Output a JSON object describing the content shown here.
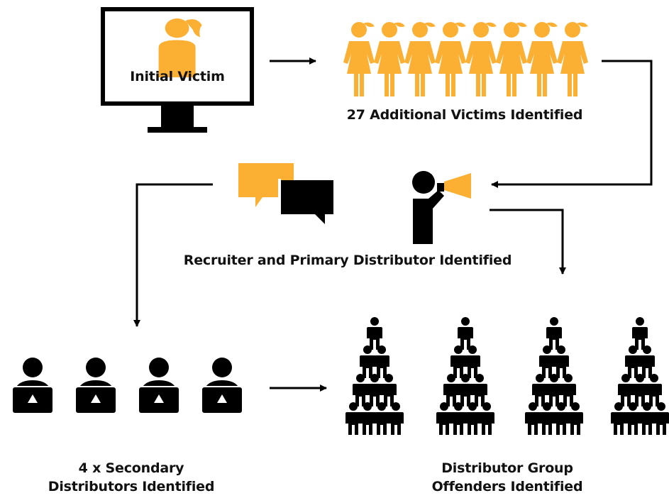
{
  "labels": {
    "initial_victim": "Initial Victim",
    "additional_victims": "27 Additional Victims Identified",
    "recruiter": "Recruiter and Primary Distributor Identified",
    "secondary_line1": "4 x Secondary",
    "secondary_line2": "Distributors Identified",
    "group_line1": "Distributor Group",
    "group_line2": "Offenders Identified"
  },
  "colors": {
    "accent": "#FBB034",
    "dark": "#000000",
    "background": "#FFFFFF"
  },
  "icons": [
    "monitor-icon",
    "girl-icon",
    "girl-chain-icon",
    "speech-bubble-icon",
    "megaphone-person-icon",
    "laptop-user-icon",
    "person-pyramid-icon"
  ]
}
